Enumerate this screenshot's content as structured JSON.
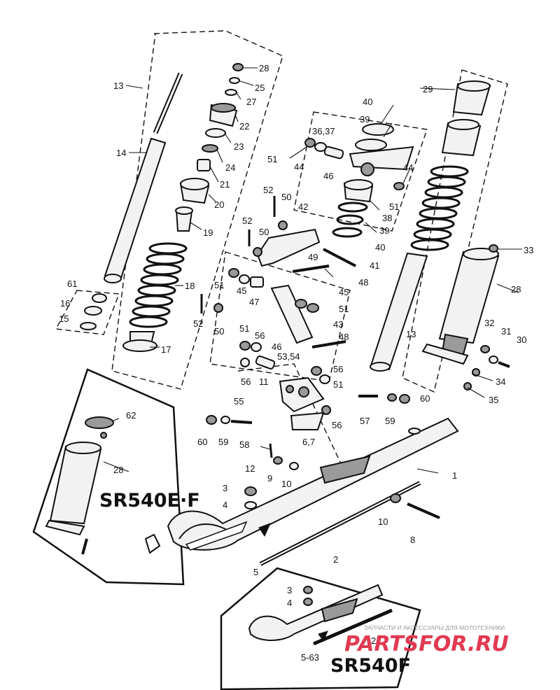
{
  "callouts": [
    {
      "id": "c28a",
      "text": "28"
    },
    {
      "id": "c25",
      "text": "25"
    },
    {
      "id": "c27",
      "text": "27"
    },
    {
      "id": "c22",
      "text": "22"
    },
    {
      "id": "c23",
      "text": "23"
    },
    {
      "id": "c24",
      "text": "24"
    },
    {
      "id": "c21",
      "text": "21"
    },
    {
      "id": "c20",
      "text": "20"
    },
    {
      "id": "c19",
      "text": "19"
    },
    {
      "id": "c18",
      "text": "18"
    },
    {
      "id": "c17",
      "text": "17"
    },
    {
      "id": "c13a",
      "text": "13"
    },
    {
      "id": "c14",
      "text": "14"
    },
    {
      "id": "c61",
      "text": "61"
    },
    {
      "id": "c16",
      "text": "16"
    },
    {
      "id": "c15",
      "text": "15"
    },
    {
      "id": "c52a",
      "text": "52"
    },
    {
      "id": "c40a",
      "text": "40"
    },
    {
      "id": "c3637",
      "text": "36,37"
    },
    {
      "id": "c39a",
      "text": "39"
    },
    {
      "id": "c51a",
      "text": "51"
    },
    {
      "id": "c44a",
      "text": "44"
    },
    {
      "id": "c46a",
      "text": "46"
    },
    {
      "id": "c44b",
      "text": "44"
    },
    {
      "id": "c52b",
      "text": "52"
    },
    {
      "id": "c50a",
      "text": "50"
    },
    {
      "id": "c42",
      "text": "42"
    },
    {
      "id": "c51b",
      "text": "51"
    },
    {
      "id": "c38",
      "text": "38"
    },
    {
      "id": "c52c",
      "text": "52"
    },
    {
      "id": "c50b",
      "text": "50"
    },
    {
      "id": "c39b",
      "text": "39"
    },
    {
      "id": "c40b",
      "text": "40"
    },
    {
      "id": "c49",
      "text": "49"
    },
    {
      "id": "c41",
      "text": "41"
    },
    {
      "id": "c48a",
      "text": "48"
    },
    {
      "id": "c51c",
      "text": "51"
    },
    {
      "id": "c45a",
      "text": "45"
    },
    {
      "id": "c47",
      "text": "47"
    },
    {
      "id": "c45b",
      "text": "45"
    },
    {
      "id": "c51d",
      "text": "51"
    },
    {
      "id": "c43",
      "text": "43"
    },
    {
      "id": "c50c",
      "text": "50"
    },
    {
      "id": "c51e",
      "text": "51"
    },
    {
      "id": "c56a",
      "text": "56"
    },
    {
      "id": "c46b",
      "text": "46"
    },
    {
      "id": "c48b",
      "text": "48"
    },
    {
      "id": "c5354",
      "text": "53,54"
    },
    {
      "id": "c56b",
      "text": "56"
    },
    {
      "id": "c56c",
      "text": "56"
    },
    {
      "id": "c11",
      "text": "11"
    },
    {
      "id": "c51f",
      "text": "51"
    },
    {
      "id": "c55",
      "text": "55"
    },
    {
      "id": "c57",
      "text": "57"
    },
    {
      "id": "c59a",
      "text": "59"
    },
    {
      "id": "c60a",
      "text": "60"
    },
    {
      "id": "c60b",
      "text": "60"
    },
    {
      "id": "c59b",
      "text": "59"
    },
    {
      "id": "c58",
      "text": "58"
    },
    {
      "id": "c56d",
      "text": "56"
    },
    {
      "id": "c67",
      "text": "6,7"
    },
    {
      "id": "c62",
      "text": "62"
    },
    {
      "id": "c28b",
      "text": "28"
    },
    {
      "id": "c12",
      "text": "12"
    },
    {
      "id": "c9",
      "text": "9"
    },
    {
      "id": "c10a",
      "text": "10"
    },
    {
      "id": "c3a",
      "text": "3"
    },
    {
      "id": "c4a",
      "text": "4"
    },
    {
      "id": "c1",
      "text": "1"
    },
    {
      "id": "c10b",
      "text": "10"
    },
    {
      "id": "c8",
      "text": "8"
    },
    {
      "id": "c2a",
      "text": "2"
    },
    {
      "id": "c5a",
      "text": "5"
    },
    {
      "id": "c29",
      "text": "29"
    },
    {
      "id": "c33",
      "text": "33"
    },
    {
      "id": "c28c",
      "text": "28"
    },
    {
      "id": "c13b",
      "text": "13"
    },
    {
      "id": "c32",
      "text": "32"
    },
    {
      "id": "c31",
      "text": "31"
    },
    {
      "id": "c30",
      "text": "30"
    },
    {
      "id": "c34",
      "text": "34"
    },
    {
      "id": "c35",
      "text": "35"
    },
    {
      "id": "c3b",
      "text": "3"
    },
    {
      "id": "c4b",
      "text": "4"
    },
    {
      "id": "c2b",
      "text": "2"
    },
    {
      "id": "c563",
      "text": "5-63"
    }
  ],
  "models": {
    "sr540ef": "SR540E·F",
    "sr540f": "SR540F"
  },
  "watermark": {
    "logo": "PARTSFOR.RU",
    "tagline": "ЗАПЧАСТИ И АКСЕССУАРЫ ДЛЯ МОТОТЕХНИКИ",
    "color": "#e03a52"
  }
}
